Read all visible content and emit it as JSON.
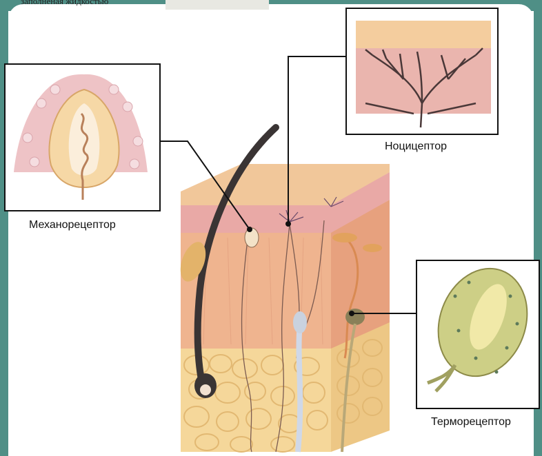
{
  "labels": {
    "mechanoreceptor": "Механорецептор",
    "nociceptor": "Ноцицептор",
    "thermoreceptor": "Терморецептор"
  },
  "top_cut_text": "заполненая жидкостью",
  "colors": {
    "frame_teal": "#4f8f86",
    "skin_top": "#f1c79a",
    "dermis": "#efb48f",
    "epidermis_pink": "#e9a9a6",
    "fat": "#f5d79a",
    "hair": "#3a3434",
    "box_border": "#111111",
    "thermo_capsule": "#cdcf86"
  }
}
